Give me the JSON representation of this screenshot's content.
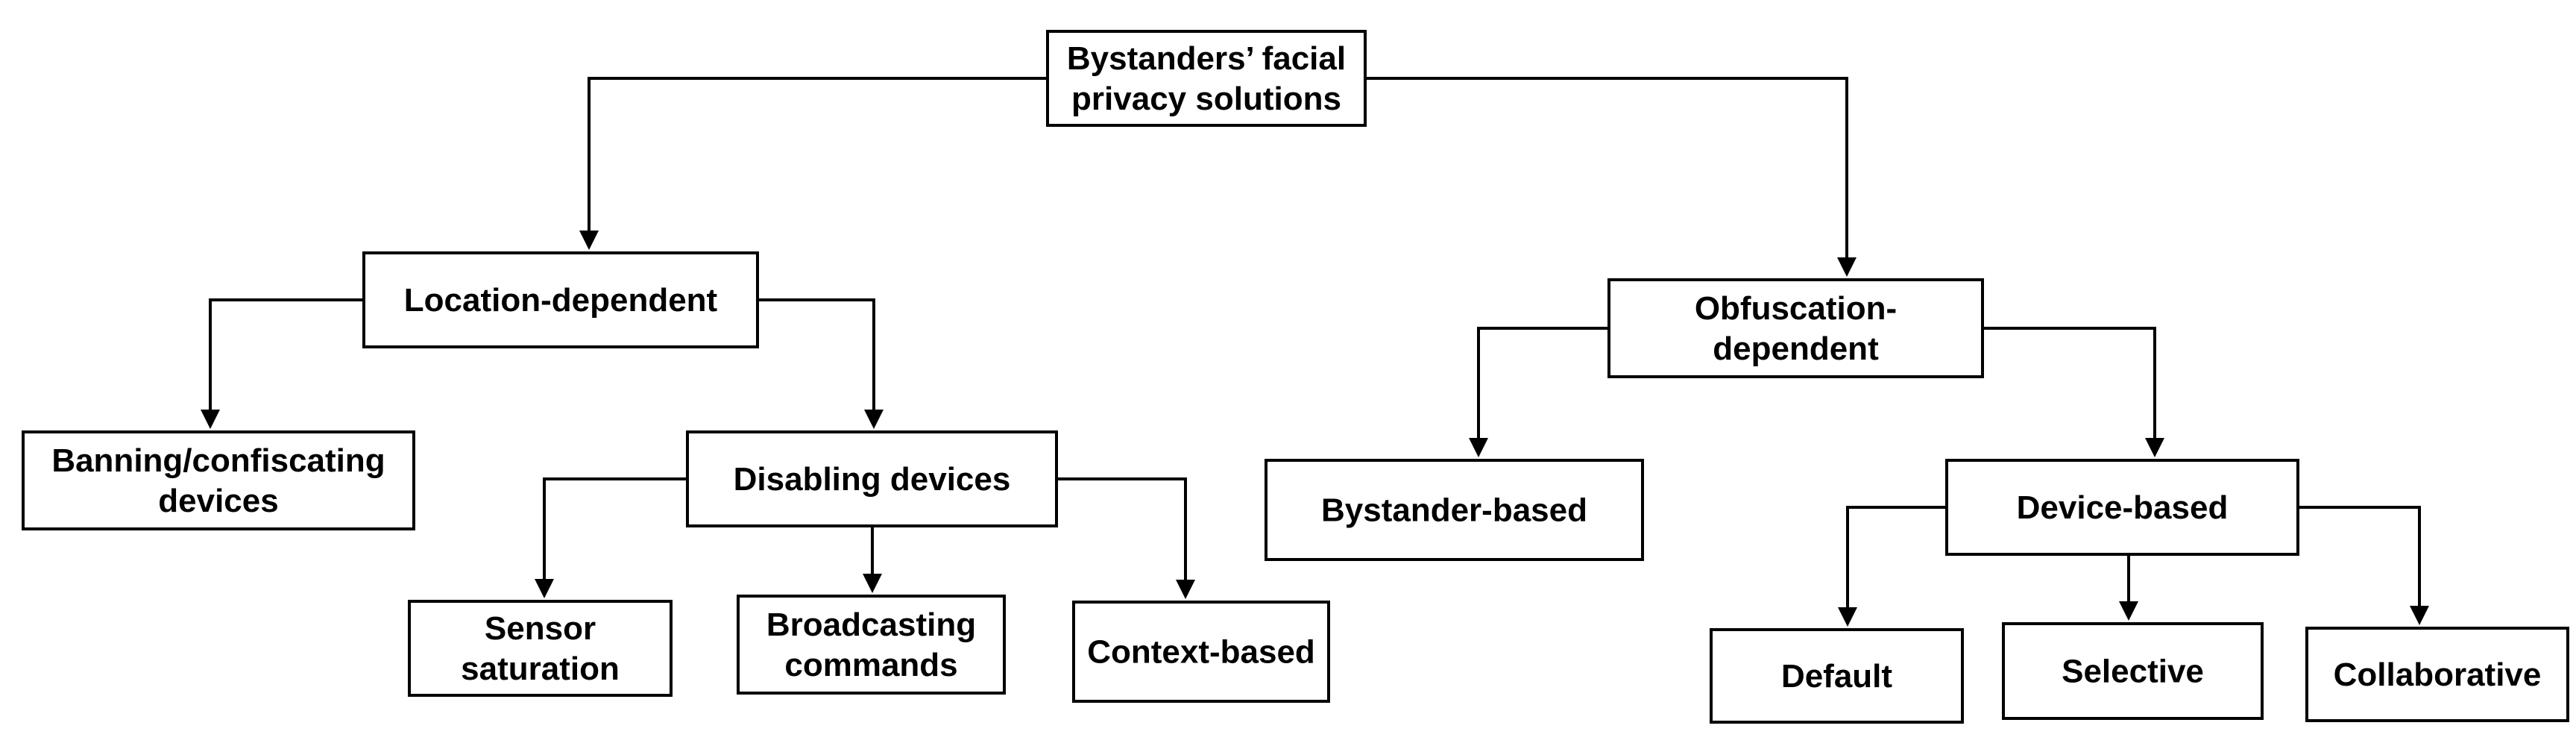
{
  "nodes": {
    "root": [
      "Bystanders’ facial",
      "privacy solutions"
    ],
    "location_dependent": [
      "Location-dependent"
    ],
    "obfuscation_dependent": [
      "Obfuscation-",
      "dependent"
    ],
    "banning_confiscating": [
      "Banning/confiscating",
      "devices"
    ],
    "disabling_devices": [
      "Disabling devices"
    ],
    "bystander_based": [
      "Bystander-based"
    ],
    "device_based": [
      "Device-based"
    ],
    "sensor_saturation": [
      "Sensor",
      "saturation"
    ],
    "broadcasting_commands": [
      "Broadcasting",
      "commands"
    ],
    "context_based": [
      "Context-based"
    ],
    "default": [
      "Default"
    ],
    "selective": [
      "Selective"
    ],
    "collaborative": [
      "Collaborative"
    ]
  },
  "edges": [
    {
      "from": "root",
      "to": "location_dependent"
    },
    {
      "from": "root",
      "to": "obfuscation_dependent"
    },
    {
      "from": "location_dependent",
      "to": "banning_confiscating"
    },
    {
      "from": "location_dependent",
      "to": "disabling_devices"
    },
    {
      "from": "disabling_devices",
      "to": "sensor_saturation"
    },
    {
      "from": "disabling_devices",
      "to": "broadcasting_commands"
    },
    {
      "from": "disabling_devices",
      "to": "context_based"
    },
    {
      "from": "obfuscation_dependent",
      "to": "bystander_based"
    },
    {
      "from": "obfuscation_dependent",
      "to": "device_based"
    },
    {
      "from": "device_based",
      "to": "default"
    },
    {
      "from": "device_based",
      "to": "selective"
    },
    {
      "from": "device_based",
      "to": "collaborative"
    }
  ]
}
